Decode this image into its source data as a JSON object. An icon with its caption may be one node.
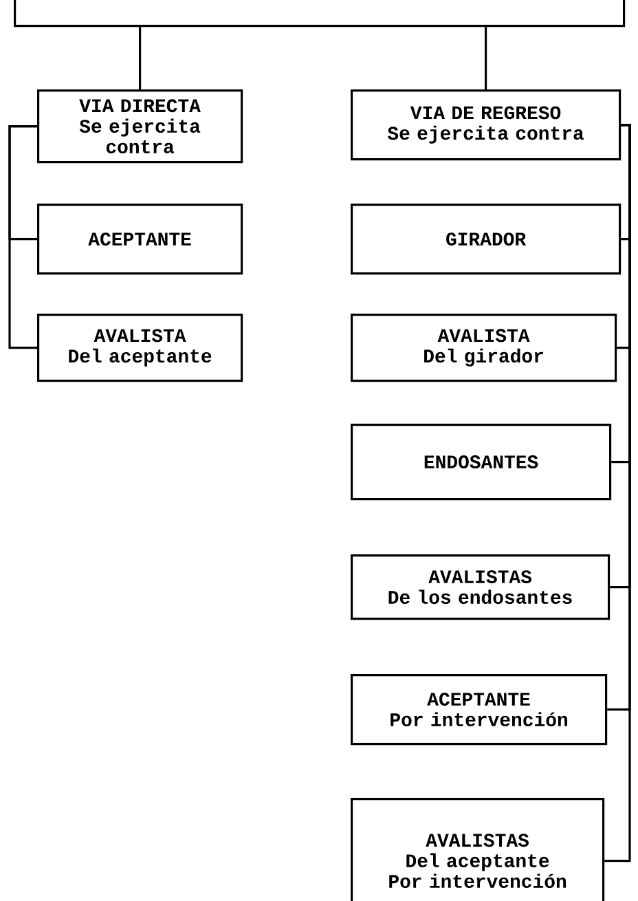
{
  "diagram": {
    "nodes": [
      {
        "text": [],
        "shape": "box"
      },
      {
        "text": [
          "VIA DIRECTA",
          "Se ejercita contra"
        ]
      },
      {
        "text": [
          "VIA DE REGRESO",
          "Se ejercita contra"
        ]
      },
      {
        "text": [
          "ACEPTANTE"
        ]
      },
      {
        "text": [
          "AVALISTA",
          "Del aceptante"
        ]
      },
      {
        "text": [
          "GIRADOR"
        ]
      },
      {
        "text": [
          "AVALISTA",
          "Del girador"
        ]
      },
      {
        "text": [
          "ENDOSANTES"
        ]
      },
      {
        "text": [
          "AVALISTAS",
          "De los endosantes"
        ]
      },
      {
        "text": [
          "ACEPTANTE",
          "Por intervención"
        ]
      },
      {
        "text": [
          "AVALISTAS",
          "Del aceptante Por intervención"
        ]
      }
    ],
    "edges": [
      {
        "from": 0,
        "to": 1,
        "arrow": "none"
      },
      {
        "from": 0,
        "to": 2,
        "arrow": "none"
      },
      {
        "from": 1,
        "to": 3,
        "arrow": "none"
      },
      {
        "from": 1,
        "to": 4,
        "arrow": "none"
      },
      {
        "from": 2,
        "to": 5,
        "arrow": "none"
      },
      {
        "from": 2,
        "to": 6,
        "arrow": "none"
      },
      {
        "from": 2,
        "to": 7,
        "arrow": "none"
      },
      {
        "from": 2,
        "to": 8,
        "arrow": "none"
      },
      {
        "from": 2,
        "to": 9,
        "arrow": "none"
      },
      {
        "from": 2,
        "to": 10,
        "arrow": "none"
      }
    ]
  }
}
